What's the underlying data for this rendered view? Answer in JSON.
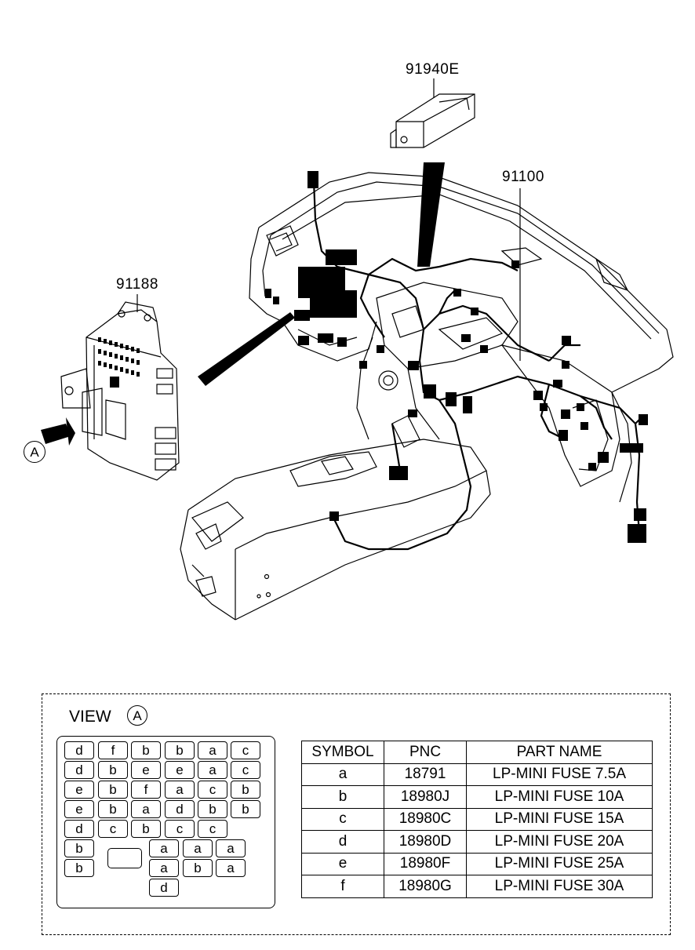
{
  "callouts": {
    "main_harness": "91100",
    "smart_module": "91940E",
    "junction_box": "91188"
  },
  "view_marker": "A",
  "view": {
    "title": "VIEW",
    "marker": "A"
  },
  "fuse_rows": [
    [
      "d",
      "f",
      "b",
      "b",
      "a",
      "c"
    ],
    [
      "d",
      "b",
      "e",
      "e",
      "a",
      "c"
    ],
    [
      "e",
      "b",
      "f",
      "a",
      "c",
      "b"
    ],
    [
      "e",
      "b",
      "a",
      "d",
      "b",
      "b"
    ],
    [
      "d",
      "c",
      "b",
      "c",
      "c"
    ],
    [
      "b",
      "a",
      "a",
      "a"
    ],
    [
      "b",
      "a",
      "b",
      "a"
    ],
    [
      "d"
    ]
  ],
  "legend": {
    "headers": [
      "SYMBOL",
      "PNC",
      "PART NAME"
    ],
    "rows": [
      [
        "a",
        "18791",
        "LP-MINI FUSE 7.5A"
      ],
      [
        "b",
        "18980J",
        "LP-MINI FUSE 10A"
      ],
      [
        "c",
        "18980C",
        "LP-MINI FUSE 15A"
      ],
      [
        "d",
        "18980D",
        "LP-MINI FUSE 20A"
      ],
      [
        "e",
        "18980F",
        "LP-MINI FUSE 25A"
      ],
      [
        "f",
        "18980G",
        "LP-MINI FUSE 30A"
      ]
    ]
  }
}
